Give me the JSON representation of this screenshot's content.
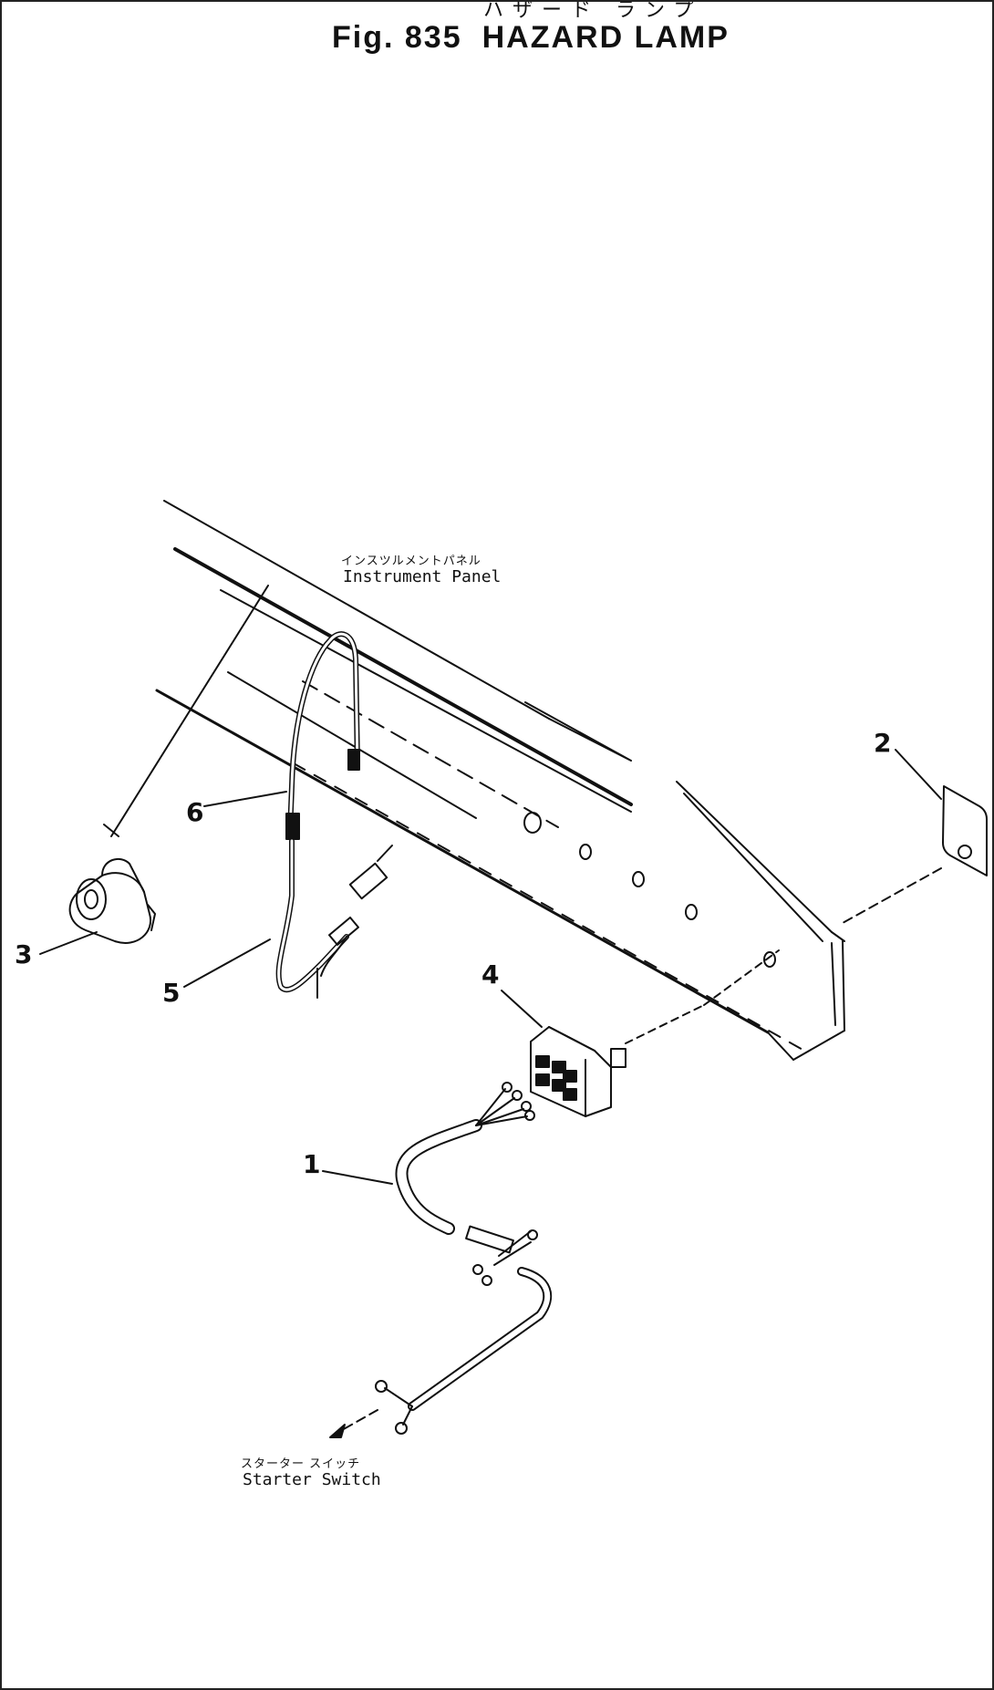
{
  "figure": {
    "title_jp": "ハザード ランプ",
    "fig_number": "Fig. 835",
    "title": "HAZARD LAMP"
  },
  "labels": {
    "instrument_panel_jp": "インスツルメントパネル",
    "instrument_panel": "Instrument Panel",
    "starter_switch_jp": "スターター スイッチ",
    "starter_switch": "Starter Switch"
  },
  "callouts": [
    "1",
    "2",
    "3",
    "4",
    "5",
    "6"
  ]
}
